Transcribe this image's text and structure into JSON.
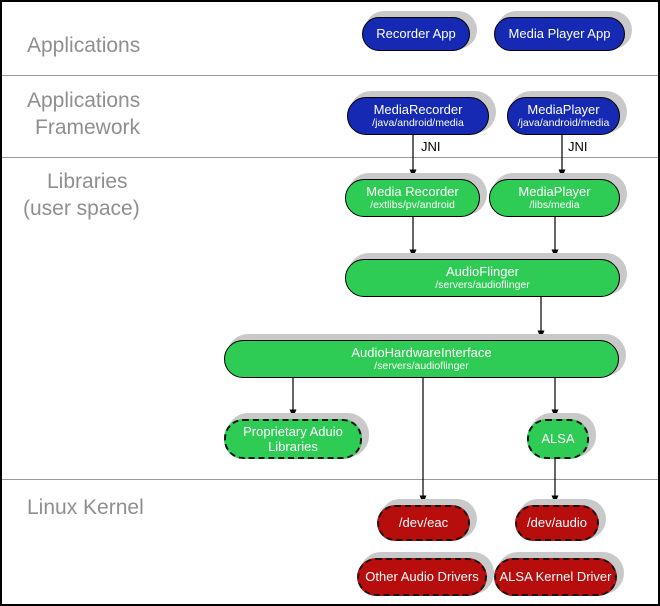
{
  "layers": {
    "applications": {
      "line1": "Applications"
    },
    "framework": {
      "line1": "Applications",
      "line2": "Framework"
    },
    "libraries": {
      "line1": "Libraries",
      "line2": "(user space)"
    },
    "kernel": {
      "line1": "Linux Kernel"
    }
  },
  "jni_label": "JNI",
  "nodes": {
    "recorder_app": {
      "title": "Recorder App"
    },
    "media_player_app": {
      "title": "Media Player App"
    },
    "media_recorder_fw": {
      "title": "MediaRecorder",
      "subtitle": "/java/android/media"
    },
    "media_player_fw": {
      "title": "MediaPlayer",
      "subtitle": "/java/android/media"
    },
    "media_recorder_lib": {
      "title": "Media Recorder",
      "subtitle": "/extlibs/pv/android"
    },
    "media_player_lib": {
      "title": "MediaPlayer",
      "subtitle": "/libs/media"
    },
    "audioflinger": {
      "title": "AudioFlinger",
      "subtitle": "/servers/audioflinger"
    },
    "audio_hw_interface": {
      "title": "AudioHardwareInterface",
      "subtitle": "/servers/audioflinger"
    },
    "proprietary_audio_libs": {
      "title": "Proprietary Aduio",
      "title2": "Libraries"
    },
    "alsa": {
      "title": "ALSA"
    },
    "dev_eac": {
      "title": "/dev/eac"
    },
    "dev_audio": {
      "title": "/dev/audio"
    },
    "other_audio_drivers": {
      "title": "Other Audio Drivers"
    },
    "alsa_kernel_driver": {
      "title": "ALSA Kernel Driver"
    }
  },
  "colors": {
    "blue": "#1529b2",
    "green": "#2ecb55",
    "red": "#b80d0d",
    "shadow": "#c9c9c9",
    "divider": "#9a9a9a",
    "label": "#8f8f8f",
    "arrow": "#000000"
  }
}
